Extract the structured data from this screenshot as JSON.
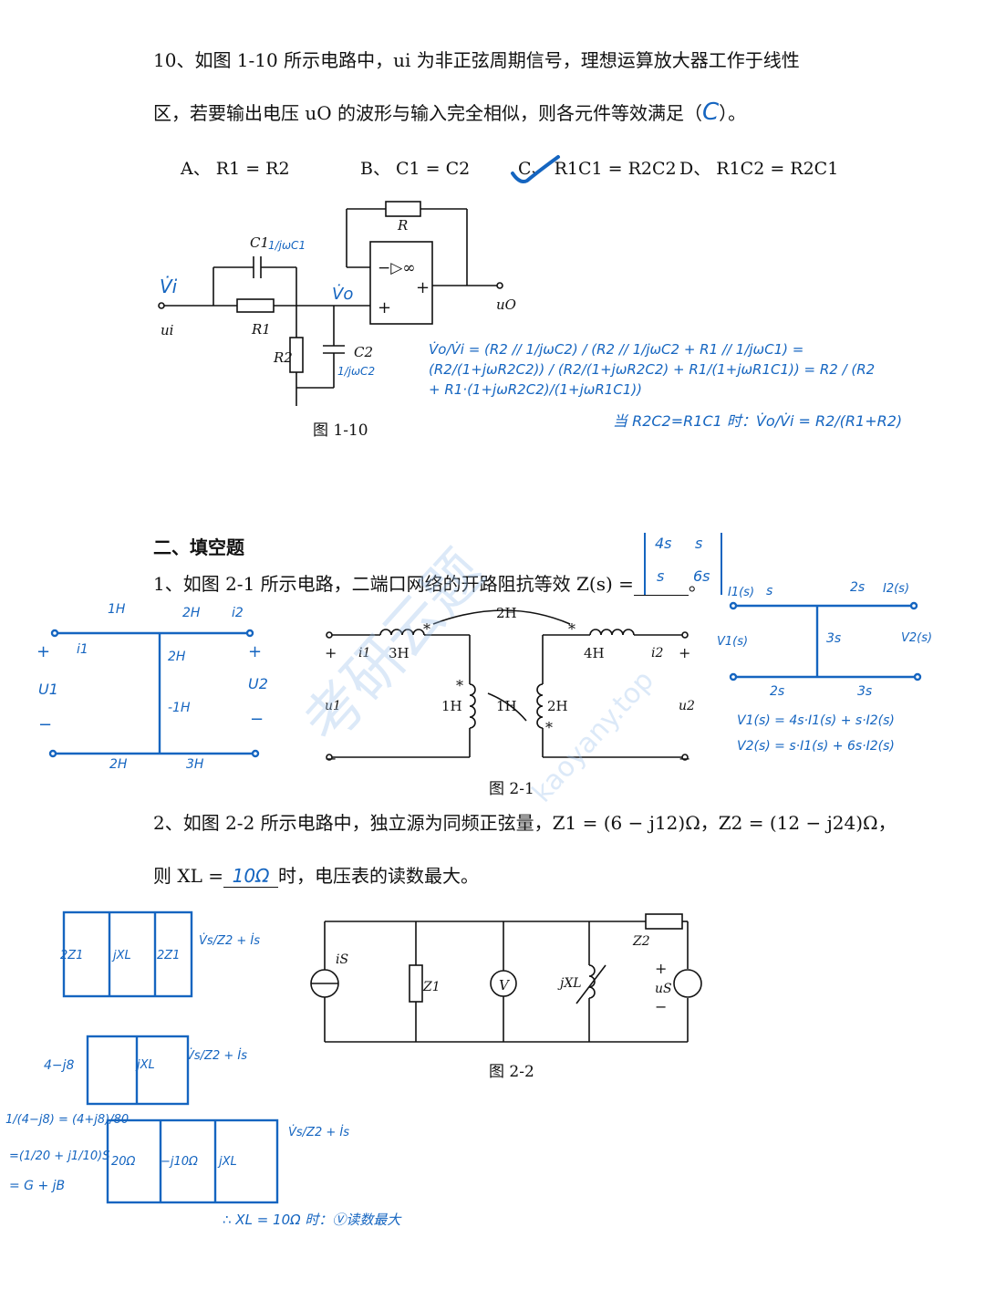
{
  "q10": {
    "line1": "10、如图 1-10 所示电路中，ui 为非正弦周期信号，理想运算放大器工作于线性",
    "line2_a": "区，若要输出电压 uO 的波形与输入完全相似，则各元件等效满足（",
    "answer": "C",
    "line2_b": "）。",
    "options": {
      "a": "A、 R1 = R2",
      "b": "B、 C1 = C2",
      "c": "C、 R1C1 = R2C2",
      "d": "D、 R1C2 = R2C1"
    },
    "figure_caption": "图 1-10",
    "circuit_labels": {
      "r": "R",
      "c1": "C1",
      "r1": "R1",
      "r2": "R2",
      "c2": "C2",
      "ui": "ui",
      "uo": "uO",
      "opamp": "−▷∞",
      "plus": "+",
      "plus2": "+"
    },
    "handwriting": {
      "vi": "V̇i",
      "vo": "V̇o",
      "c1_imp": "1/jωC1",
      "c2_imp": "1/jωC2",
      "formula": "V̇o/V̇i = (R2 // 1/jωC2) / (R2 // 1/jωC2 + R1 // 1/jωC1) = (R2/(1+jωR2C2)) / (R2/(1+jωR2C2) + R1/(1+jωR1C1)) = R2 / (R2 + R1·(1+jωR2C2)/(1+jωR1C1))",
      "conclusion": "当 R2C2=R1C1 时：V̇o/V̇i = R2/(R1+R2)"
    }
  },
  "section2": {
    "heading": "二、填空题",
    "q1": {
      "text_a": "1、如图 2-1 所示电路，二端口网络的开路阻抗等效 Z(s) =",
      "text_b": "。",
      "matrix": [
        "4s",
        "s",
        "s",
        "6s"
      ],
      "figure_caption": "图 2-1",
      "circuit_labels": {
        "m_top": "2H",
        "l1": "3H",
        "l2": "4H",
        "l3": "1H",
        "l4": "2H",
        "m_mid1": "1H",
        "i1": "i1",
        "i2": "i2",
        "u1": "u1",
        "u2": "u2",
        "plus_l": "+",
        "minus_l": "−",
        "plus_r": "+",
        "minus_r": "−",
        "star": "*"
      },
      "hand_left": {
        "top1": "1H",
        "top2": "2H",
        "mid1": "2H",
        "mid2": "-1H",
        "bot1": "2H",
        "bot2": "3H",
        "i1": "i1",
        "i2": "i2",
        "u1": "U1",
        "u2": "U2",
        "plus": "+",
        "minus": "−"
      },
      "hand_right": {
        "i1": "I1(s)",
        "s1": "s",
        "s2": "2s",
        "i2": "I2(s)",
        "s3": "3s",
        "s4": "2s",
        "s5": "3s",
        "v1": "V1(s)",
        "v2": "V2(s)",
        "eq1": "V1(s) = 4s·I1(s) + s·I2(s)",
        "eq2": "V2(s) = s·I1(s) + 6s·I2(s)"
      }
    },
    "q2": {
      "text": "2、如图 2-2 所示电路中，独立源为同频正弦量，Z1 = (6 − j12)Ω，Z2 = (12 − j24)Ω，",
      "line2_a": "则 XL =",
      "answer": "10Ω",
      "line2_b": "时，电压表的读数最大。",
      "figure_caption": "图 2-2",
      "circuit_labels": {
        "is": "iS",
        "z1": "Z1",
        "v": "V",
        "jxl": "jXL",
        "z2": "Z2",
        "us": "uS",
        "plus": "+",
        "minus": "−"
      },
      "handwriting": {
        "row1": [
          "2Z1",
          "jXL",
          "2Z1",
          "V̇s/Z2 + İs"
        ],
        "row2": [
          "4−j8",
          "jXL",
          "V̇s/Z2 + İs"
        ],
        "calc1": "1/(4−j8) = (4+j8)/80",
        "calc2": "=(1/20 + j1/10)S",
        "calc3": "= G + jB",
        "row3": [
          "20Ω",
          "−j10Ω",
          "jXL",
          "V̇s/Z2 + İs"
        ],
        "conclusion": "∴ XL = 10Ω 时：Ⓥ读数最大"
      }
    }
  },
  "watermark": {
    "text1": "考研云题",
    "text2": "kaoyany.top"
  },
  "colors": {
    "ink": "#111111",
    "hand": "#1565c0",
    "watermark": "#9ec3ec"
  }
}
